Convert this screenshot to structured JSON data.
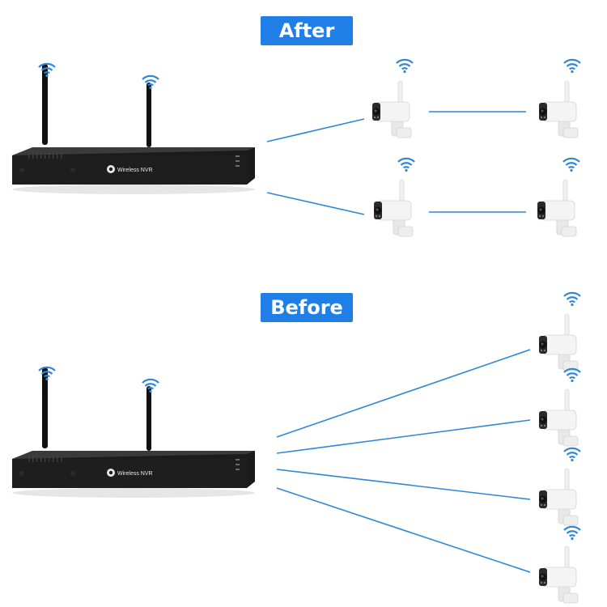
{
  "sections": {
    "after": {
      "label": "After"
    },
    "before": {
      "label": "Before"
    }
  },
  "device": {
    "nvr_label": "Wireless NVR"
  },
  "colors": {
    "badge": "#1f7fe6",
    "link_line": "#2f86d8",
    "wifi": "#2f86d8",
    "nvr_body": "#1b1b1b",
    "camera_body": "#f2f2f2"
  },
  "topology": {
    "after": "relay: NVR connects to 2 cameras, each of which relays to 1 more camera",
    "before": "direct: NVR connects to 4 cameras"
  }
}
